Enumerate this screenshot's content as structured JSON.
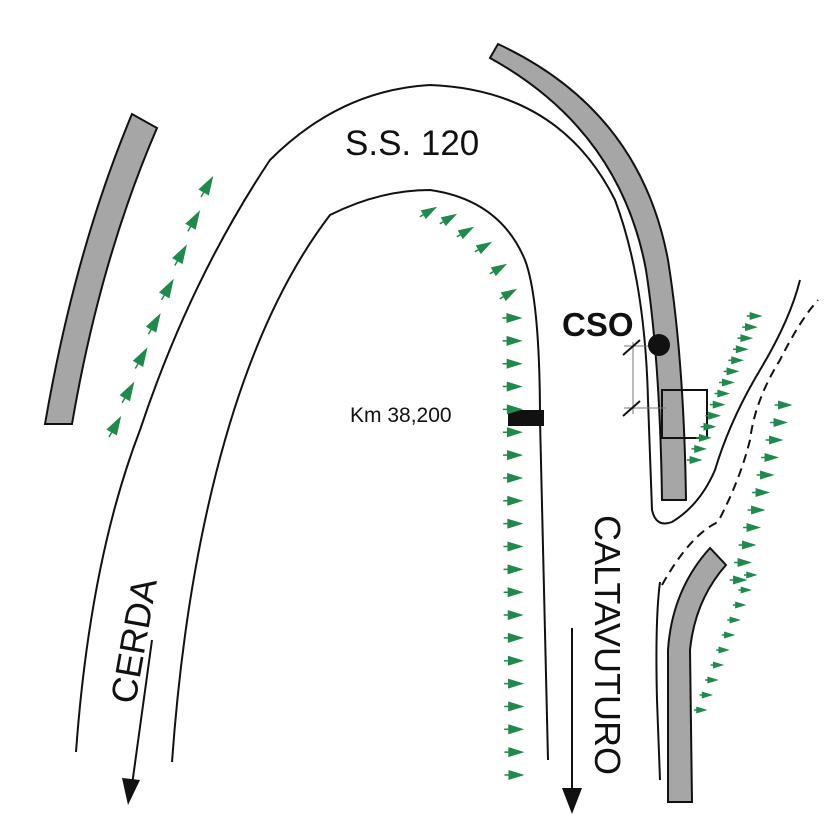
{
  "labels": {
    "road_name": "S.S. 120",
    "cerda": "CERDA",
    "caltavuturo": "CALTAVUTURO",
    "km_marker": "Km 38,200",
    "cso": "CSO"
  },
  "colors": {
    "strip": "#a6a6a6",
    "slope_tick": "#1f8a4c",
    "line": "#111111"
  }
}
